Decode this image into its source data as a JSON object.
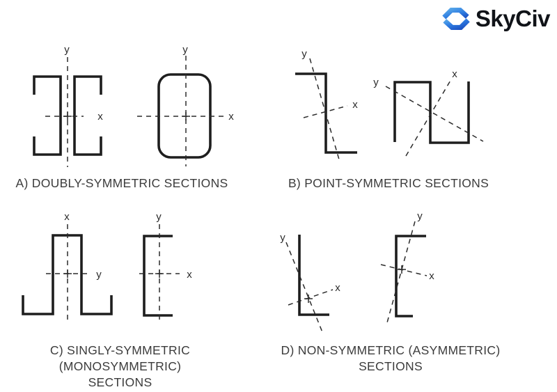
{
  "logo": {
    "text": "SkyCiv",
    "icon": "skyciv-mark-icon",
    "colors": {
      "icon_light": "#58a8e9",
      "icon_mid": "#2e7ce1",
      "icon_dark": "#1b4fc1",
      "text": "#101318"
    }
  },
  "style": {
    "line_color": "#1e1e1e",
    "axis_color": "#2b2b2b",
    "caption_color": "#3c3c3c",
    "background": "#ffffff"
  },
  "figures": [
    {
      "key": "A",
      "caption_line1": "A) DOUBLY-SYMMETRIC SECTIONS",
      "diagrams": [
        {
          "name": "back-to-back-lipped-channels-section",
          "steep_axis_label": "y",
          "flat_axis_label": "x"
        },
        {
          "name": "rounded-rectangular-hollow-section",
          "steep_axis_label": "y",
          "flat_axis_label": "x"
        }
      ]
    },
    {
      "key": "B",
      "caption_line1": "B) POINT-SYMMETRIC SECTIONS",
      "diagrams": [
        {
          "name": "zed-section",
          "steep_axis_label": "y",
          "flat_axis_label": "x"
        },
        {
          "name": "rotated-zed-section",
          "steep_axis_label": "x",
          "flat_axis_label": "y"
        }
      ]
    },
    {
      "key": "C",
      "caption_line1": "C) SINGLY-SYMMETRIC (MONOSYMMETRIC)",
      "caption_line2": "SECTIONS",
      "diagrams": [
        {
          "name": "hat-section",
          "steep_axis_label": "x",
          "flat_axis_label": "y"
        },
        {
          "name": "plain-channel-section",
          "steep_axis_label": "y",
          "flat_axis_label": "x"
        }
      ]
    },
    {
      "key": "D",
      "caption_line1": "D) NON-SYMMETRIC (ASYMMETRIC)",
      "caption_line2": "SECTIONS",
      "diagrams": [
        {
          "name": "angle-section",
          "steep_axis_label": "y",
          "flat_axis_label": "x"
        },
        {
          "name": "unequal-flange-channel-section",
          "steep_axis_label": "y",
          "flat_axis_label": "x"
        }
      ]
    }
  ]
}
